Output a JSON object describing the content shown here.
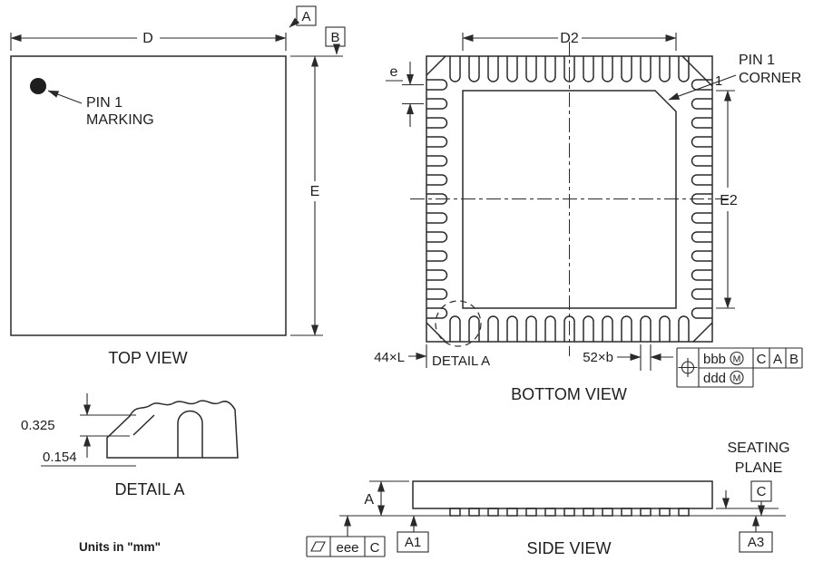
{
  "page": {
    "background": "#ffffff",
    "line_color": "#2a2a2a",
    "text_color": "#1e1e1e"
  },
  "units_note": "Units in \"mm\"",
  "top_view": {
    "title": "TOP VIEW",
    "dim_d": "D",
    "dim_e": "E",
    "datum_a": "A",
    "datum_b": "B",
    "pin1_marking_line1": "PIN 1",
    "pin1_marking_line2": "MARKING"
  },
  "bottom_view": {
    "title": "BOTTOM VIEW",
    "dim_d2": "D2",
    "dim_e2": "E2",
    "pitch_label": "e",
    "pin1_corner_line1": "PIN 1",
    "pin1_corner_line2": "CORNER",
    "pin1_number": "1",
    "lead_length_label": "44×L",
    "detail_ref_label": "DETAIL A",
    "lead_width_label": "52×b",
    "leads_per_side": 13,
    "tolerance_frame": {
      "position_symbol_icon": "position-tolerance-icon",
      "modifier_icon": "circled-M-icon",
      "row1_value": "bbb",
      "row1_modifier": "M",
      "row1_datums": [
        "C",
        "A",
        "B"
      ],
      "row2_value": "ddd",
      "row2_modifier": "M"
    }
  },
  "detail_a": {
    "title": "DETAIL A",
    "dim_top": "0.325",
    "dim_bottom": "0.154"
  },
  "side_view": {
    "title": "SIDE VIEW",
    "dim_a": "A",
    "dim_a1": "A1",
    "dim_a3": "A3",
    "seating_line1": "SEATING",
    "seating_line2": "PLANE",
    "datum_c": "C",
    "lead_count": 13,
    "flatness_frame": {
      "symbol_icon": "flatness-symbol-icon",
      "value": "eee",
      "datum": "C"
    }
  }
}
